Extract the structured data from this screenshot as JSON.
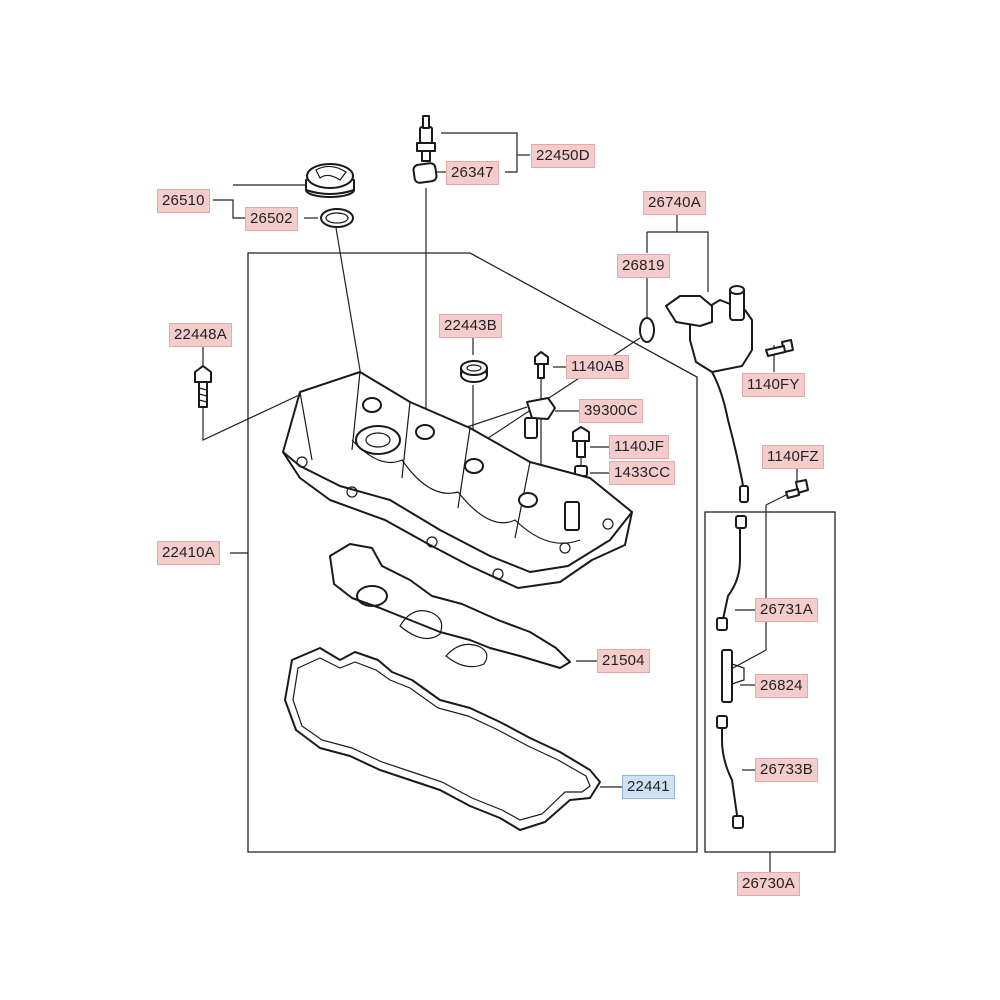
{
  "colors": {
    "label_bg": "#f4cccc",
    "selected_bg": "#cfe2f3",
    "line": "#222222"
  },
  "selected_part": "22441",
  "labels": {
    "p22450D": "22450D",
    "p26347": "26347",
    "p26510": "26510",
    "p26502": "26502",
    "p26740A": "26740A",
    "p26819": "26819",
    "p22448A": "22448A",
    "p22443B": "22443B",
    "p1140AB": "1140AB",
    "p1140FY": "1140FY",
    "p39300C": "39300C",
    "p1140JF": "1140JF",
    "p1140FZ": "1140FZ",
    "p1433CC": "1433CC",
    "p22410A": "22410A",
    "p26731A": "26731A",
    "p21504": "21504",
    "p26824": "26824",
    "p22441": "22441",
    "p26733B": "26733B",
    "p26730A": "26730A"
  }
}
